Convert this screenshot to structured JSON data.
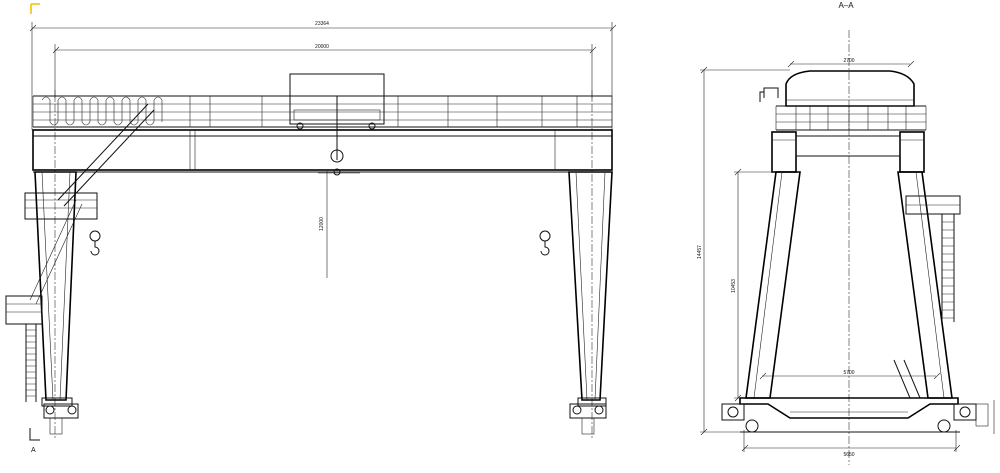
{
  "section_title": "A–A",
  "section_marker": "A",
  "front_view": {
    "dim_total_span": "23364",
    "dim_rail_span": "20000",
    "dim_lift_height": "12000"
  },
  "side_view": {
    "dim_top_width": "2700",
    "dim_overall_height": "14457",
    "dim_leg_height": "10453",
    "dim_inner_width": "5700",
    "dim_base_width": "5650"
  },
  "colors": {
    "line": "#111111",
    "marker": "#f2c200",
    "background": "#ffffff"
  }
}
